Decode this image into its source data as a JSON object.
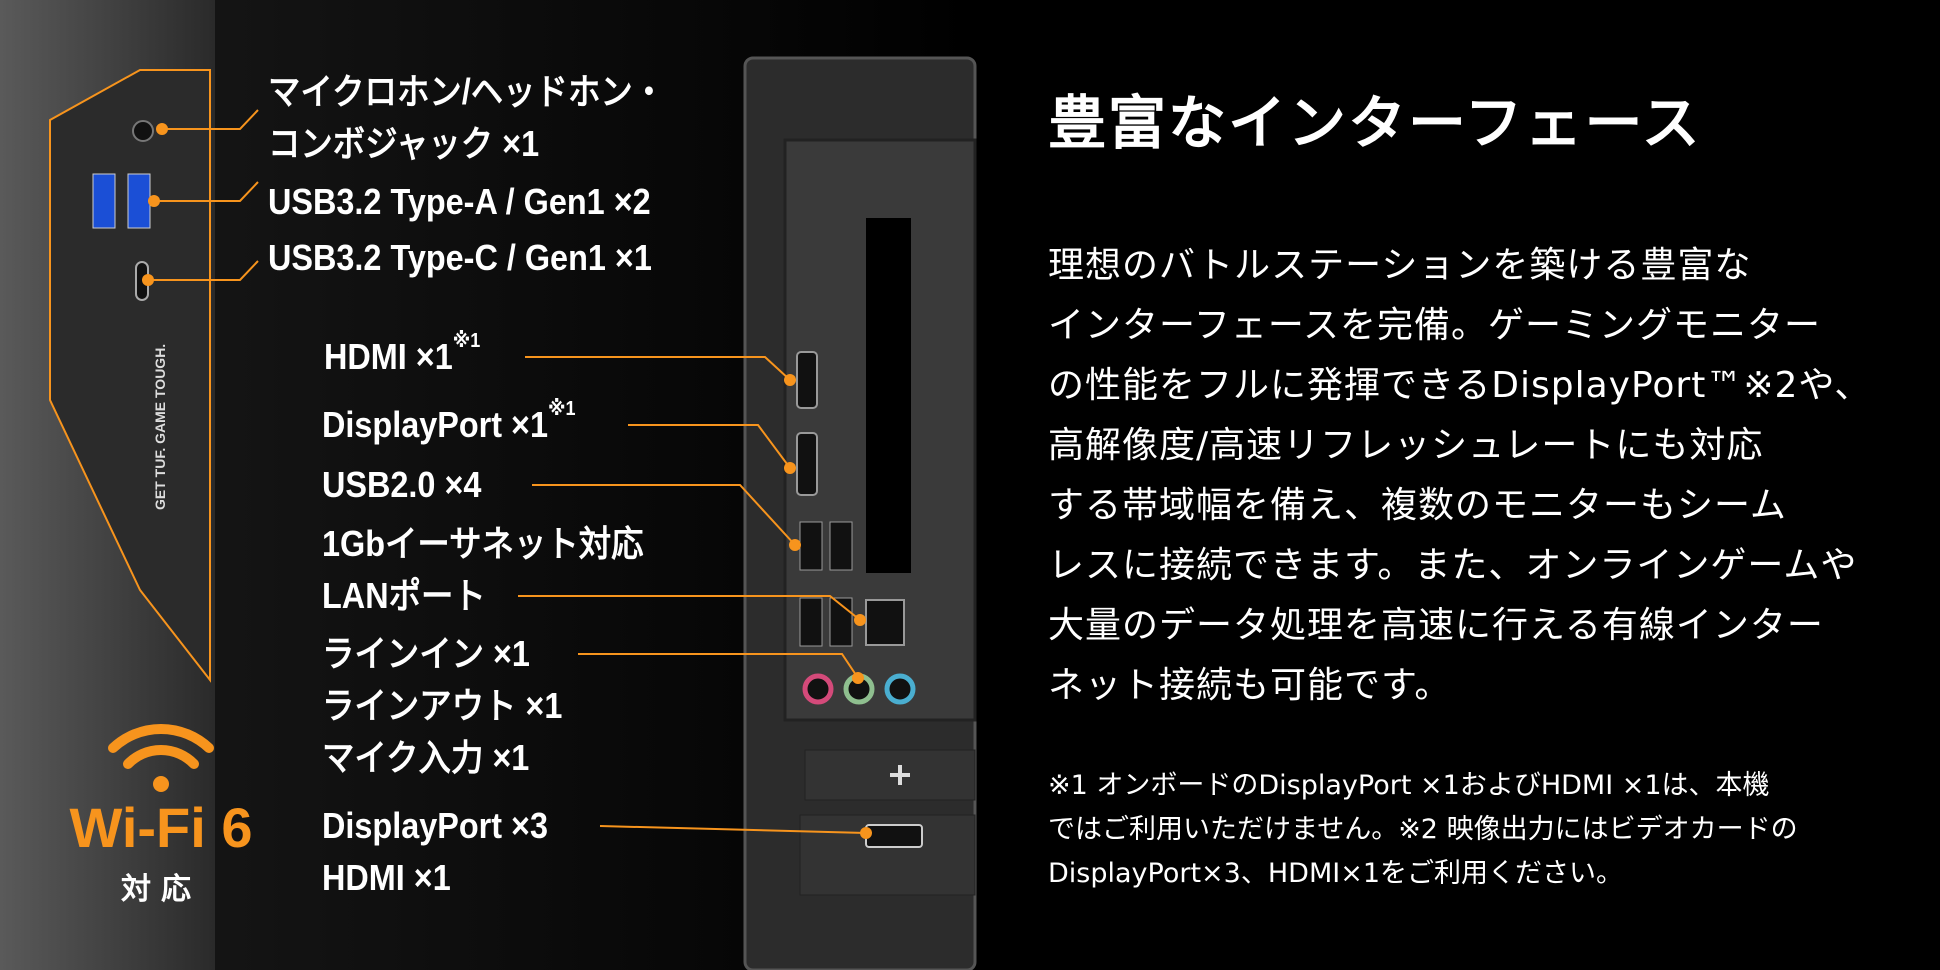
{
  "colors": {
    "accent": "#f7941d",
    "background": "#000000",
    "text": "#ffffff"
  },
  "front_labels": {
    "combo_jack": [
      "マイクロホン/ヘッドホン・",
      "コンボジャック ×1"
    ],
    "usb_a": "USB3.2 Type-A / Gen1 ×2",
    "usb_c": "USB3.2 Type-C / Gen1 ×1",
    "case_slogan": "GET TUF. GAME TOUGH."
  },
  "rear_labels": {
    "hdmi": "HDMI ×1",
    "hdmi_note": "※1",
    "displayport": "DisplayPort ×1",
    "displayport_note": "※1",
    "usb2": "USB2.0 ×4",
    "lan": [
      "1Gbイーサネット対応",
      "LANポート"
    ],
    "audio": [
      "ラインイン ×1",
      "ラインアウト ×1",
      "マイク入力 ×1"
    ],
    "gpu": [
      "DisplayPort ×3",
      "HDMI ×1"
    ]
  },
  "wifi": {
    "icon": "wifi-icon",
    "title": "Wi-Fi 6",
    "subtitle": "対応"
  },
  "headline": "豊富なインターフェース",
  "body_lines": [
    "理想のバトルステーションを築ける豊富な",
    "インターフェースを完備。ゲーミングモニター",
    "の性能をフルに発揮できるDisplayPort™※2や、",
    "高解像度/高速リフレッシュレートにも対応",
    "する帯域幅を備え、複数のモニターもシーム",
    "レスに接続できます。また、オンラインゲームや",
    "大量のデータ処理を高速に行える有線インター",
    "ネット接続も可能です。"
  ],
  "footnote_lines": [
    "※1 オンボードのDisplayPort ×1およびHDMI ×1は、本機",
    "ではご利用いただけません。※2 映像出力にはビデオカードの",
    "DisplayPort×3、HDMI×1をご利用ください。"
  ]
}
